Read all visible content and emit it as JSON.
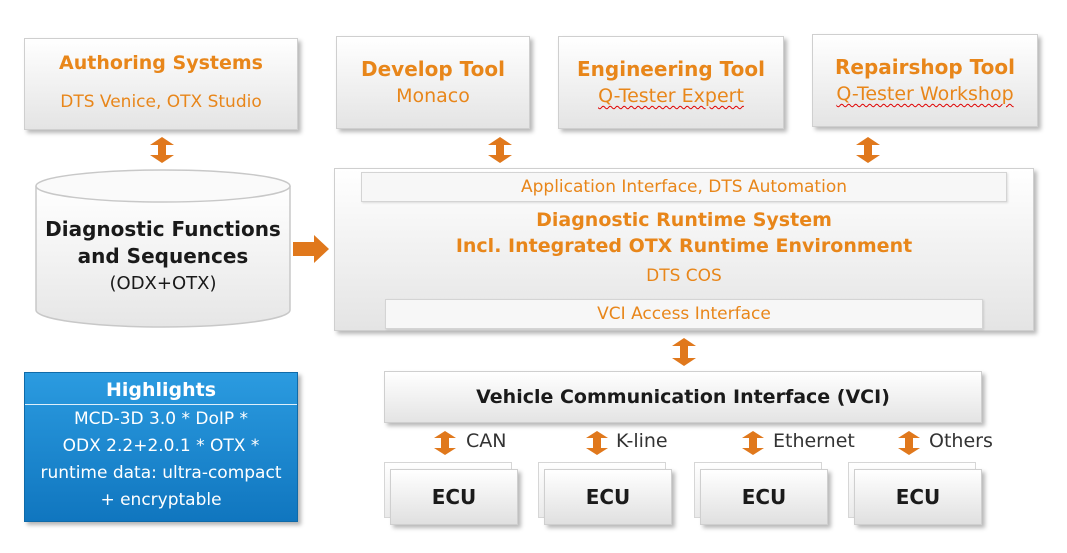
{
  "authoring": {
    "title": "Authoring Systems",
    "subtitle": "DTS Venice, OTX Studio"
  },
  "tools": [
    {
      "title": "Develop Tool",
      "subtitle": "Monaco"
    },
    {
      "title": "Engineering Tool",
      "subtitle": "Q-Tester Expert"
    },
    {
      "title": "Repairshop Tool",
      "subtitle": "Q-Tester Workshop"
    }
  ],
  "database": {
    "line1": "Diagnostic Functions",
    "line2": "and Sequences",
    "line3": "(ODX+OTX)"
  },
  "runtime": {
    "app_interface": "Application Interface, DTS Automation",
    "title_line1": "Diagnostic Runtime System",
    "title_line2": "Incl. Integrated OTX Runtime Environment",
    "cos": "DTS COS",
    "vci_access": "VCI Access Interface"
  },
  "highlights": {
    "title": "Highlights",
    "lines": [
      "MCD-3D 3.0 * DoIP *",
      "ODX 2.2+2.0.1 * OTX *",
      "runtime data: ultra-compact",
      "+ encryptable"
    ]
  },
  "vci": {
    "label": "Vehicle Communication Interface (VCI)"
  },
  "buses": [
    "CAN",
    "K-line",
    "Ethernet",
    "Others"
  ],
  "ecus": [
    "ECU",
    "ECU",
    "ECU",
    "ECU"
  ],
  "colors": {
    "accent": "#e8861a",
    "highlight_bg": "#1b8ed6",
    "arrow": "#e0781c"
  }
}
